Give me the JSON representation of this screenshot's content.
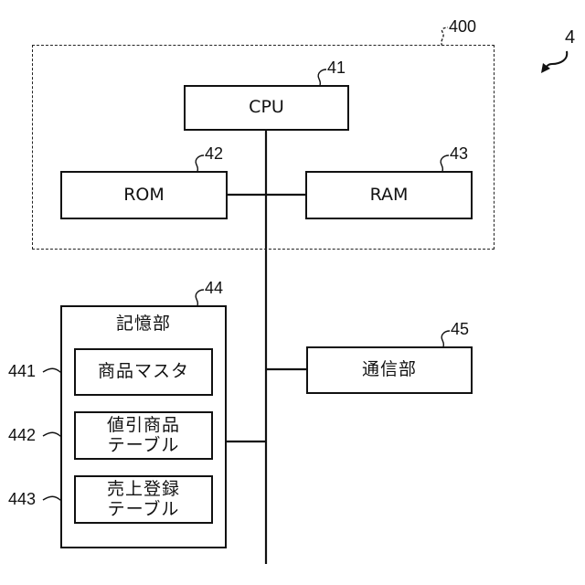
{
  "figure": {
    "ref": "4",
    "control_group": {
      "ref": "400"
    },
    "cpu": {
      "label": "CPU",
      "ref": "41"
    },
    "rom": {
      "label": "ROM",
      "ref": "42"
    },
    "ram": {
      "label": "RAM",
      "ref": "43"
    },
    "storage": {
      "label": "記憶部",
      "ref": "44",
      "items": [
        {
          "ref": "441",
          "line1": "商品マスタ",
          "line2": ""
        },
        {
          "ref": "442",
          "line1": "値引商品",
          "line2": "テーブル"
        },
        {
          "ref": "443",
          "line1": "売上登録",
          "line2": "テーブル"
        }
      ]
    },
    "comm": {
      "label": "通信部",
      "ref": "45"
    }
  }
}
